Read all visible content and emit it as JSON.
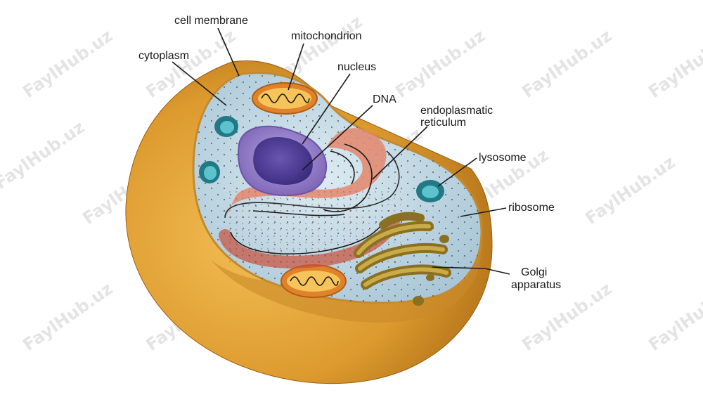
{
  "diagram": {
    "labels": {
      "cell_membrane": "cell membrane",
      "mitochondrion": "mitochondrion",
      "cytoplasm": "cytoplasm",
      "nucleus": "nucleus",
      "dna": "DNA",
      "er_line1": "endoplasmatic",
      "er_line2": "reticulum",
      "lysosome": "lysosome",
      "ribosome": "ribosome",
      "golgi_line1": "Golgi",
      "golgi_line2": "apparatus"
    },
    "watermark": "FaylHub.uz",
    "colors": {
      "membrane": "#e3a43a",
      "membrane_dark": "#b8761a",
      "cytoplasm": "#c6dde8",
      "nucleus_envelope": "#8f78c2",
      "nucleus_core": "#4a3a8c",
      "er": "#c9503a",
      "er_light": "#e99a80",
      "mitochondrion": "#e38a2e",
      "golgi": "#a68a2a",
      "lysosome": "#2b8e9a"
    }
  }
}
